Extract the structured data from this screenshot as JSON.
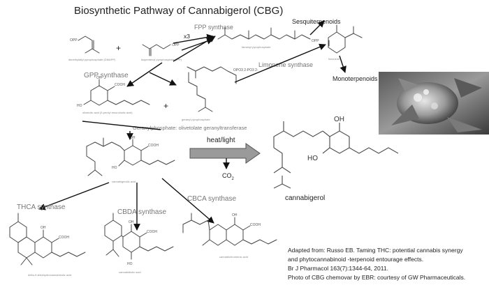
{
  "title": "Biosynthetic Pathway of Cannabigerol (CBG)",
  "enzymes": {
    "fpp_synthase": "FPP synthase",
    "gpp_synthase": "GPP synthase",
    "limonene_synthase": "Limonene synthase",
    "thca_synthase": "THCA synthase",
    "cbda_synthase": "CBDA synthase",
    "cbca_synthase": "CBCA synthase"
  },
  "multiplier": "x3",
  "plus": "+",
  "products": {
    "sesquiterpenoids": "Sesquiterpenoids",
    "monoterpenoids": "Monoterpenoids"
  },
  "reaction": {
    "label": "heat/light",
    "co2": "CO",
    "co2_sub": "2",
    "geranyl_label": "Geranylphosphate:  olivetolate  geranyltransferase"
  },
  "cbg_name": "cannabigerol",
  "molecule_labels": {
    "dmapp": "dimethylallyl pyrophosphate (DMAPP)",
    "ipp": "isopentenyl pyrophosphate (IPP)",
    "fpp": "farnesyl pyrophosphate",
    "limonene": "limonene",
    "olivetolic": "olivetolic acid (5-pentyl resorcinolic acid)",
    "gpp": "geranyl pyrophosphate",
    "cbga": "cannabigerolic acid",
    "thca": "delta-9-tetrahydrocannabinolic acid",
    "cbda": "cannabidiolic acid",
    "cbca": "cannabichromenic acid"
  },
  "atoms": {
    "oh": "OH",
    "ho": "HO",
    "cooh": "COOH",
    "opp": "OPO3 2-PO3 2-",
    "pp": "OPP"
  },
  "photo": {
    "icon": "cannabis-photo"
  },
  "credits": {
    "line1": "Adapted from: Russo EB. Taming THC: potential cannabis synergy",
    "line2": "and phytocannabinoid  -terpenoid entourage effects.",
    "line3": "Br J Pharmacol 163(7):1344-64, 2011.",
    "line4": "Photo of CBG chemovar by EBR: courtesy of GW Pharmaceuticals."
  }
}
